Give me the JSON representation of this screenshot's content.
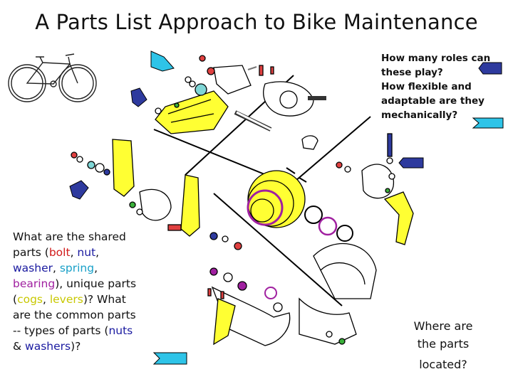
{
  "title": "A Parts List Approach to Bike Maintenance",
  "question_roles": {
    "line1": "How many roles can",
    "line2": "these play?",
    "line3": "How flexible and",
    "line4": "adaptable are they",
    "line5": "mechanically?"
  },
  "question_shared": {
    "t1": "What are the shared parts (",
    "bolt": "bolt",
    "c1": ", ",
    "nut": "nut",
    "c2": ", ",
    "washer": "washer",
    "c3": ", ",
    "spring": "spring",
    "c4": ", ",
    "bearing": "bearing",
    "t2": "), unique parts (",
    "cogs": "cogs",
    "c5": ", ",
    "levers": "levers",
    "t3": ")? What are the common parts -- types of parts (",
    "nuts": "nuts",
    "amp": " & ",
    "washers": "washers",
    "t4": ")?"
  },
  "question_location": {
    "line1": "Where are",
    "line2": "the parts",
    "line3": "located?"
  },
  "colors": {
    "bolt": "#d11a1a",
    "nut": "#1a1aa0",
    "washer": "#1a1aa0",
    "spring": "#18a0c8",
    "bearing": "#a020a0",
    "cogs": "#c8c800",
    "levers": "#c8c800",
    "nuts": "#1a1aa0",
    "washers": "#1a1aa0",
    "yellow_part": "#ffff33",
    "arrow_blue": "#2e3a9e",
    "arrow_cyan": "#2ec4e8"
  }
}
